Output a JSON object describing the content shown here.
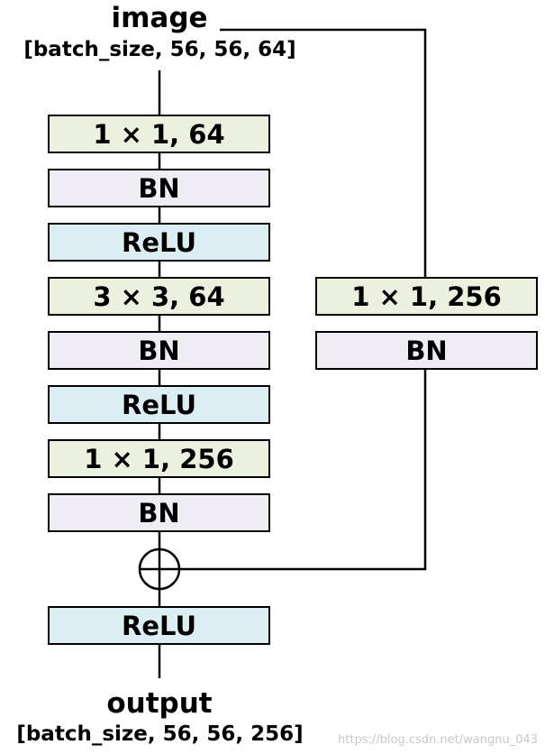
{
  "input": {
    "title": "image",
    "shape": "[batch_size, 56, 56, 64]"
  },
  "output": {
    "title": "output",
    "shape": "[batch_size, 56, 56, 256]"
  },
  "main_path": [
    "1 × 1, 64",
    "BN",
    "ReLU",
    "3 × 3, 64",
    "BN",
    "ReLU",
    "1 × 1, 256",
    "BN"
  ],
  "shortcut_path": [
    "1 × 1, 256",
    "BN"
  ],
  "final_activation": "ReLU",
  "watermark": "https://blog.csdn.net/wangnu_043",
  "colors": {
    "conv": "#ebf1de",
    "bn": "#efedf3",
    "relu": "#dbeef4",
    "line": "#000000"
  }
}
